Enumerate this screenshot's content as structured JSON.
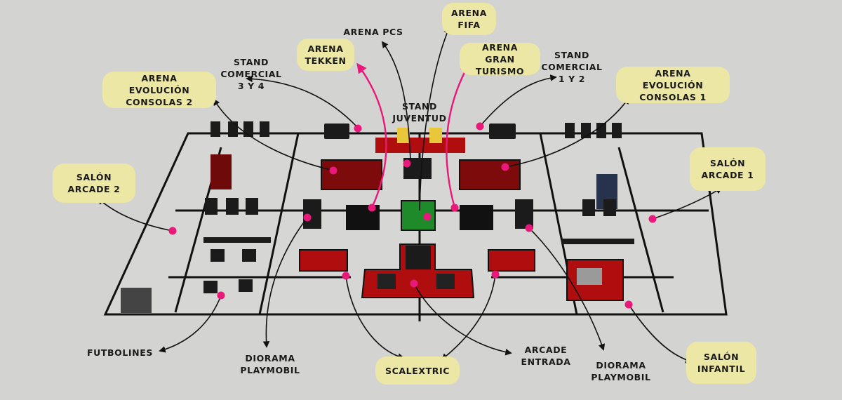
{
  "labels": {
    "arena_fifa": "ARENA\nFIFA",
    "arena_pcs": "ARENA PCS",
    "arena_tekken": "ARENA\nTEKKEN",
    "arena_gran_turismo": "ARENA GRAN\nTURISMO",
    "stand_comercial_34": "STAND\nCOMERCIAL\n3 Y 4",
    "stand_comercial_12": "STAND\nCOMERCIAL\n1 Y 2",
    "stand_juventud": "STAND\nJUVENTUD",
    "arena_evolucion_2": "ARENA EVOLUCIÓN\nCONSOLAS 2",
    "arena_evolucion_1": "ARENA EVOLUCIÓN\nCONSOLAS 1",
    "salon_arcade_2": "SALÓN\nARCADE 2",
    "salon_arcade_1": "SALÓN\nARCADE 1",
    "futbolines": "FUTBOLINES",
    "diorama_playmobil_left": "DIORAMA\nPLAYMOBIL",
    "scalextric": "SCALEXTRIC",
    "arcade_entrada": "ARCADE\nENTRADA",
    "diorama_playmobil_right": "DIORAMA\nPLAYMOBIL",
    "salon_infantil": "SALÓN\nINFANTIL"
  },
  "colors": {
    "background": "#d3d3d1",
    "label_pill": "#ede7a6",
    "marker": "#e8197a",
    "red_area": "#b00e0e",
    "green_area": "#1f8a2a",
    "floor": "#d7d7d5"
  }
}
